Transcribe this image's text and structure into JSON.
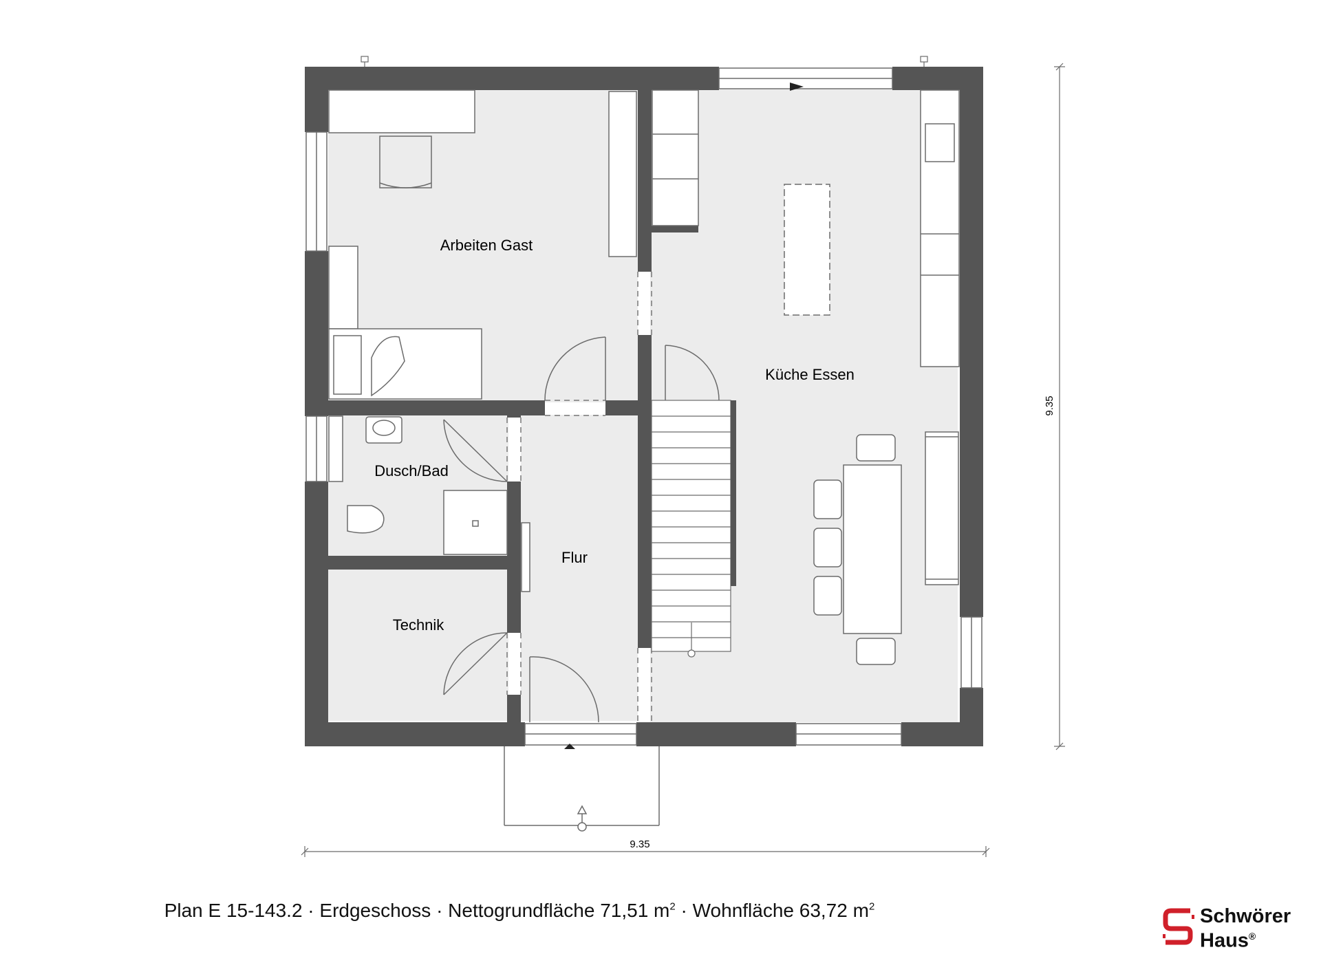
{
  "rooms": {
    "arbeiten_gast": "Arbeiten Gast",
    "kueche_essen": "Küche Essen",
    "dusch_bad": "Dusch/Bad",
    "flur": "Flur",
    "technik": "Technik"
  },
  "dimensions": {
    "width": "9.35",
    "height": "9.35"
  },
  "caption": {
    "plan": "Plan E 15-143.2",
    "floor": "Erdgeschoss",
    "net_label": "Nettogrundfläche 71,51 m",
    "living_label": "Wohnfläche 63,72 m",
    "separator": "·",
    "unit_exp": "2"
  },
  "logo": {
    "line1": "Schwörer",
    "line2": "Haus",
    "reg": "®",
    "color": "#d0202a"
  },
  "colors": {
    "wall": "#555555",
    "floor": "#ececec",
    "lines": "#6b6b6b"
  }
}
